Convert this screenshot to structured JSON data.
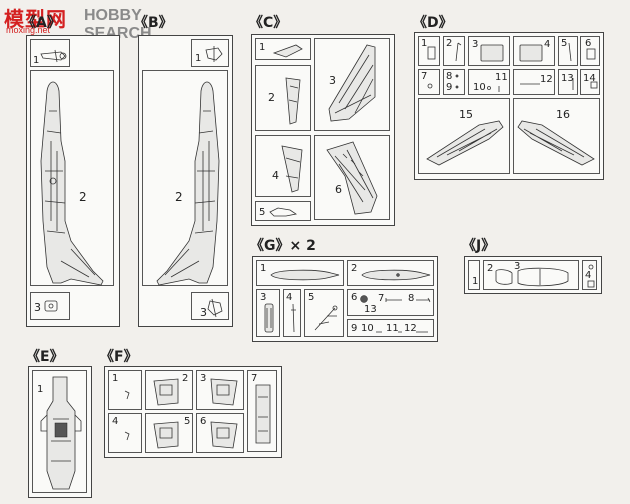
{
  "watermark": {
    "cn": "模型网",
    "en": "HOBBY SEARCH",
    "url": "moxing.net"
  },
  "sections": {
    "A": {
      "label": "《A》"
    },
    "B": {
      "label": "《B》"
    },
    "C": {
      "label": "《C》"
    },
    "D": {
      "label": "《D》"
    },
    "E": {
      "label": "《E》"
    },
    "F": {
      "label": "《F》"
    },
    "G": {
      "label": "《G》× 2"
    },
    "J": {
      "label": "《J》"
    }
  },
  "parts": {
    "A": [
      "1",
      "2",
      "3"
    ],
    "B": [
      "1",
      "2",
      "3"
    ],
    "C": [
      "1",
      "2",
      "3",
      "4",
      "5",
      "6"
    ],
    "D": [
      "1",
      "2",
      "3",
      "4",
      "5",
      "6",
      "7",
      "8",
      "9",
      "10",
      "11",
      "12",
      "13",
      "14",
      "15",
      "16"
    ],
    "E": [
      "1"
    ],
    "F": [
      "1",
      "2",
      "3",
      "4",
      "5",
      "6",
      "7"
    ],
    "G": [
      "1",
      "2",
      "3",
      "4",
      "5",
      "6",
      "7",
      "8",
      "9",
      "10",
      "11",
      "12",
      "13"
    ],
    "J": [
      "1",
      "2",
      "3",
      "4"
    ]
  }
}
